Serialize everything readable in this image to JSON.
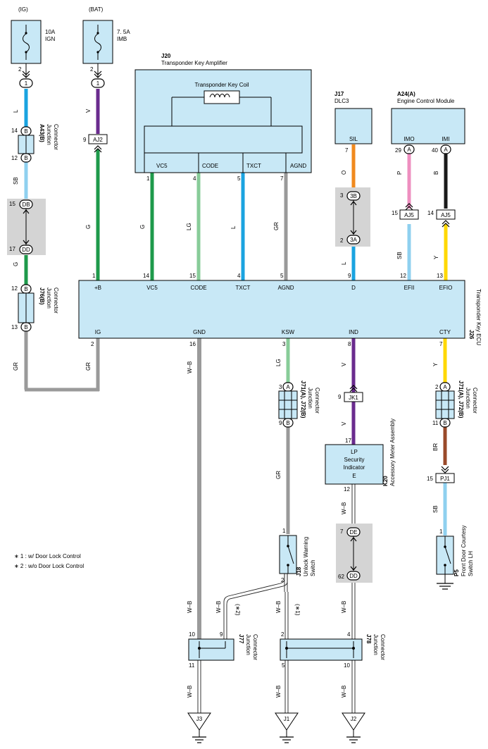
{
  "colors": {
    "comp_fill": "#c8e8f6",
    "wire_L": "#1aa3e0",
    "wire_V": "#6a2b8e",
    "wire_G": "#1e9a4b",
    "wire_SB": "#8fd0ef",
    "wire_LG": "#88cc99",
    "wire_GR": "#9a9a9a",
    "wire_O": "#f08a1e",
    "wire_P": "#ee8fc0",
    "wire_B": "#1a1a1a",
    "wire_Y": "#ffd800",
    "wire_BR": "#9a4a2a",
    "connector_shade": "#d4d4d4"
  },
  "fuses": {
    "ig": {
      "source": "(IG)",
      "rating": "10A",
      "name": "IGN",
      "pin": "2",
      "conn": "1"
    },
    "bat": {
      "source": "(BAT)",
      "rating": "7. 5A",
      "name": "IMB",
      "pin": "2",
      "conn": "1"
    }
  },
  "j20": {
    "code": "J20",
    "name": "Transponder Key Amplifier",
    "coil": "Transponder Key Coil",
    "terminals": [
      "VC5",
      "CODE",
      "TXCT",
      "AGND"
    ],
    "pins": [
      "1",
      "4",
      "5",
      "7"
    ]
  },
  "j17": {
    "code": "J17",
    "name": "DLC3",
    "terminal": "SIL",
    "pin": "7"
  },
  "a24": {
    "code": "A24(A)",
    "name": "Engine Control Module",
    "terminals": [
      "IMO",
      "IMI"
    ],
    "pins": [
      "29",
      "40"
    ],
    "conn": "A"
  },
  "a43": {
    "code": "A43(B)",
    "line1": "Junction",
    "line2": "Connector",
    "pin_top": "14",
    "pin_bottom": "12",
    "conn": "B"
  },
  "j76": {
    "code": "J76(B)",
    "line1": "Junction",
    "line2": "Connector",
    "pin_top": "12",
    "pin_bottom": "13",
    "conn": "B"
  },
  "db_dd_left": {
    "top": "DB",
    "bottom": "DD",
    "pin_top": "15",
    "pin_bottom": "17"
  },
  "aj2": {
    "label": "AJ2",
    "pin": "9"
  },
  "dlc_joint": {
    "top": "3B",
    "bottom": "3A",
    "pin_top": "3",
    "pin_bottom": "2"
  },
  "aj5_left": {
    "label": "AJ5",
    "pin": "15"
  },
  "aj5_right": {
    "label": "AJ5",
    "pin": "14"
  },
  "j26": {
    "code": "J26",
    "name": "Transponder Key ECU",
    "top_terminals": [
      "+B",
      "VC5",
      "CODE",
      "TXCT",
      "AGND",
      "D",
      "EFII",
      "EFIO"
    ],
    "top_pins": [
      "1",
      "14",
      "15",
      "4",
      "5",
      "9",
      "12",
      "13"
    ],
    "bottom_terminals": [
      "IG",
      "GND",
      "KSW",
      "IND",
      "CTY"
    ],
    "bottom_pins": [
      "2",
      "16",
      "3",
      "8",
      "7"
    ]
  },
  "wire_codes": {
    "L": "L",
    "V": "V",
    "SB": "SB",
    "G": "G",
    "LG": "LG",
    "GR": "GR",
    "O": "O",
    "P": "P",
    "B": "B",
    "Y": "Y",
    "WB": "W–B",
    "BR": "BR"
  },
  "j71_ksw": {
    "code": "J71(A), J72(B)",
    "line1": "Junction",
    "line2": "Connector",
    "pin_top": "3",
    "pin_bottom": "9",
    "conn_top": "A",
    "conn_bottom": "B"
  },
  "j71_cty": {
    "code": "J71(A), J72(B)",
    "line1": "Junction",
    "line2": "Connector",
    "pin_top": "2",
    "pin_bottom": "11",
    "conn_top": "A",
    "conn_bottom": "B"
  },
  "jk1": {
    "label": "JK1",
    "pin": "9"
  },
  "k20": {
    "code": "K20",
    "name": "Accessory Meter Assembly",
    "lp": "LP",
    "line1": "Security",
    "line2": "Indicator",
    "e": "E",
    "pin_top": "17",
    "pin_bottom": "12"
  },
  "pj1": {
    "label": "PJ1",
    "pin": "15"
  },
  "p5": {
    "code": "P5",
    "line1": "Front Door Courtesy",
    "line2": "Switch LH",
    "pin": "1"
  },
  "j18": {
    "code": "J18",
    "line1": "Unlock Warning",
    "line2": "Switch",
    "pin_top": "1",
    "pin_bottom": "2"
  },
  "de_dd": {
    "top": "DE",
    "bottom": "DD",
    "pin_top": "7",
    "pin_bottom": "62"
  },
  "j77": {
    "code": "J77",
    "line1": "Junction",
    "line2": "Connector",
    "pins": [
      "10",
      "9",
      "11"
    ]
  },
  "j78": {
    "code": "J78",
    "line1": "Junction",
    "line2": "Connector",
    "pins": [
      "2",
      "4",
      "5",
      "10"
    ]
  },
  "notes": {
    "n1": "∗ 1 : w/ Door Lock Control",
    "n2": "∗ 2 : w/o Door Lock Control",
    "t1": "(∗1)",
    "t2": "(∗2)"
  },
  "grounds": {
    "g1": "J3",
    "g2": "J1",
    "g3": "J2"
  }
}
